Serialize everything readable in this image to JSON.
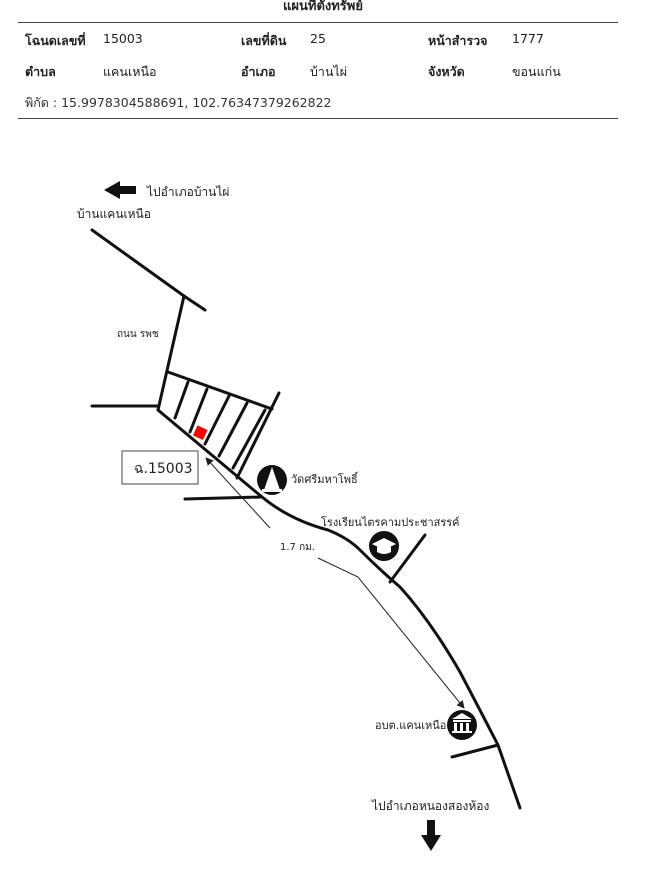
{
  "header": {
    "title": "แผนที่ตั้งทรัพย์",
    "deed_label": "โฉนดเลขที่",
    "deed_value": "15003",
    "land_no_label": "เลขที่ดิน",
    "land_no_value": "25",
    "survey_label": "หน้าสำรวจ",
    "survey_value": "1777",
    "subdistrict_label": "ตำบล",
    "subdistrict_value": "แคนเหนือ",
    "district_label": "อำเภอ",
    "district_value": "บ้านไผ่",
    "province_label": "จังหวัด",
    "province_value": "ขอนแก่น",
    "coords_label": "พิกัด :",
    "coords_value": "15.9978304588691, 102.76347379262822"
  },
  "map": {
    "to_ban_phai": "ไปอำเภอบ้านไผ่",
    "village": "บ้านแคนเหนือ",
    "road_name": "ถนน รพช",
    "parcel_label": "ฉ.15003",
    "temple": "วัดศรีมหาโพธิ์",
    "school": "โรงเรียนไตรคามประชาสรรค์",
    "distance": "1.7 กม.",
    "sao_office": "อบต.แคนเหนือ",
    "to_nong_song_hong": "ไปอำเภอหนองสองห้อง",
    "parcel_color": "#ff0000"
  }
}
